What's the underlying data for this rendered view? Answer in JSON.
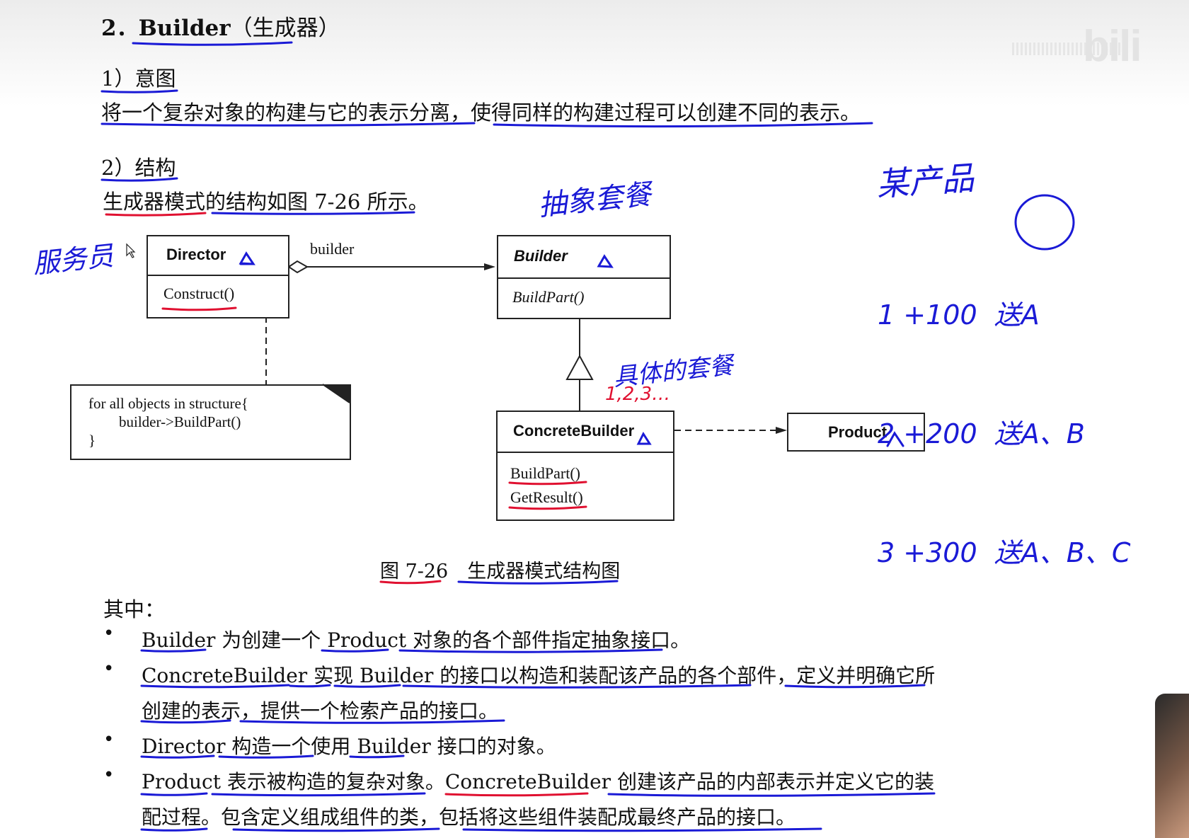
{
  "heading": {
    "number": "2．",
    "title": "Builder",
    "cjk": "（生成器）"
  },
  "intent": {
    "title": "1）意图",
    "text": "将一个复杂对象的构建与它的表示分离，使得同样的构建过程可以创建不同的表示。"
  },
  "structure": {
    "title": "2）结构",
    "text": "生成器模式的结构如图 7-26 所示。"
  },
  "diagram": {
    "director": {
      "name": "Director",
      "op": "Construct()"
    },
    "association_label": "builder",
    "builder": {
      "name": "Builder",
      "op": "BuildPart()"
    },
    "concrete_builder": {
      "name": "ConcreteBuilder",
      "ops": [
        "BuildPart()",
        "GetResult()"
      ]
    },
    "product": {
      "name": "Product"
    },
    "note": {
      "line1": "for all objects in structure{",
      "line2": "builder->BuildPart()",
      "line3": "}"
    }
  },
  "caption": "图 7-26　生成器模式结构图",
  "where": "其中：",
  "bullets": [
    {
      "text": "Builder 为创建一个 Product 对象的各个部件指定抽象接口。"
    },
    {
      "line1": "ConcreteBuilder 实现 Builder 的接口以构造和装配该产品的各个部件，定义并明确它所",
      "line2": "创建的表示，提供一个检索产品的接口。"
    },
    {
      "text": "Director 构造一个使用 Builder 接口的对象。"
    },
    {
      "line1": "Product 表示被构造的复杂对象。ConcreteBuilder 创建该产品的内部表示并定义它的装",
      "line2": "配过程。包含定义组成组件的类，包括将这些组件装配成最终产品的接口。"
    }
  ],
  "bullet_symbol": "•",
  "handwriting": {
    "services": "服务员",
    "abstract_package": "抽象套餐",
    "concrete_package": "具体的套餐",
    "concrete_list": "1,2,3…",
    "some_product": "某产品",
    "rows": [
      "1 +100  送A",
      "2 +200  送A、B",
      "3 +300  送A、B、C"
    ]
  },
  "colors": {
    "ink_blue": "#1a1ad6",
    "ink_red": "#e01030",
    "text": "#111111"
  }
}
